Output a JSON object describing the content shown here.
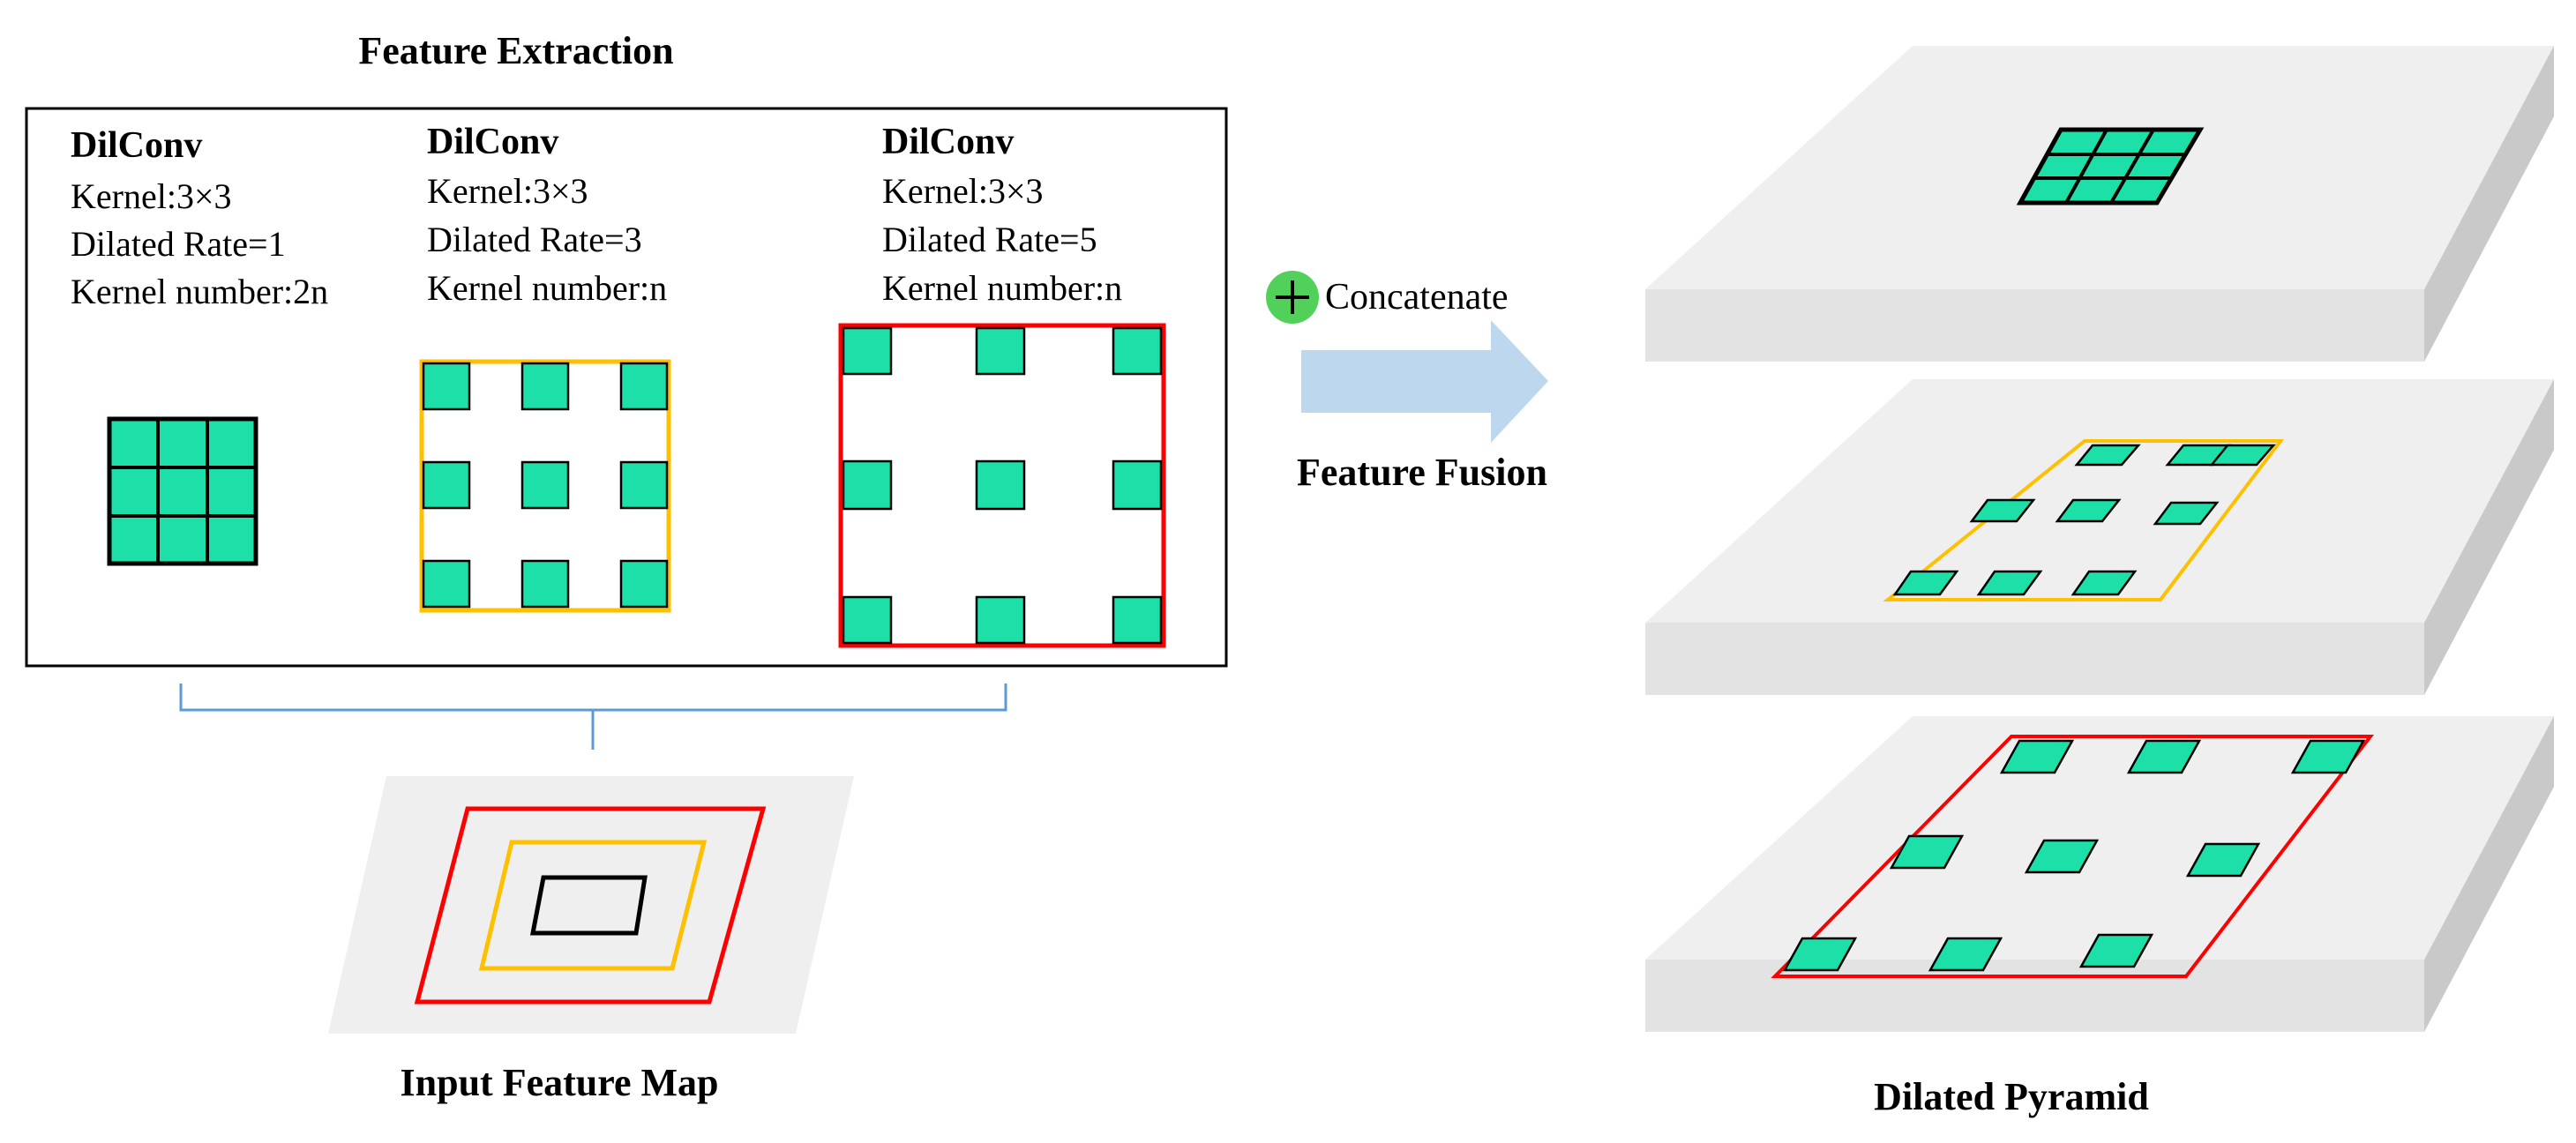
{
  "title": "Feature Extraction",
  "convs": [
    {
      "name": "DilConv",
      "kernel": "Kernel:3×3",
      "rate": "Dilated Rate=1",
      "number": "Kernel number:2n"
    },
    {
      "name": "DilConv",
      "kernel": "Kernel:3×3",
      "rate": "Dilated Rate=3",
      "number": "Kernel number:n"
    },
    {
      "name": "DilConv",
      "kernel": "Kernel:3×3",
      "rate": "Dilated Rate=5",
      "number": "Kernel number:n"
    }
  ],
  "concat_label": "Concatenate",
  "fusion_label": "Feature Fusion",
  "input_label": "Input Feature Map",
  "pyramid_label": "Dilated Pyramid",
  "colors": {
    "cell": "#1de0a9",
    "rate1": "#000000",
    "rate3": "#ffc000",
    "rate5": "#ff0000",
    "arrow": "#bdd7ee",
    "plus_circle": "#52d15a",
    "bracket": "#5b9bd5",
    "slab_top": "#efefef",
    "slab_front": "#e3e3e3",
    "slab_side": "#c9c9c9"
  }
}
